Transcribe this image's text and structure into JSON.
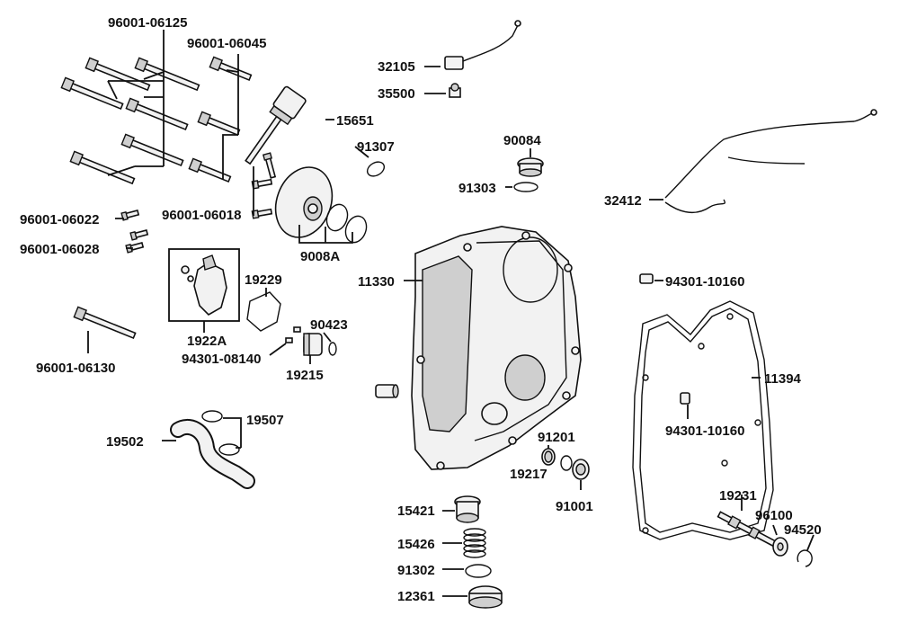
{
  "parts": [
    {
      "id": "p-96001-06125",
      "label": "96001-06125"
    },
    {
      "id": "p-96001-06045",
      "label": "96001-06045"
    },
    {
      "id": "p-15651",
      "label": "15651"
    },
    {
      "id": "p-91307",
      "label": "91307"
    },
    {
      "id": "p-32105",
      "label": "32105"
    },
    {
      "id": "p-35500",
      "label": "35500"
    },
    {
      "id": "p-90084",
      "label": "90084"
    },
    {
      "id": "p-91303",
      "label": "91303"
    },
    {
      "id": "p-32412",
      "label": "32412"
    },
    {
      "id": "p-96001-06022",
      "label": "96001-06022"
    },
    {
      "id": "p-96001-06018",
      "label": "96001-06018"
    },
    {
      "id": "p-96001-06028",
      "label": "96001-06028"
    },
    {
      "id": "p-9008A",
      "label": "9008A"
    },
    {
      "id": "p-11330",
      "label": "11330"
    },
    {
      "id": "p-19229",
      "label": "19229"
    },
    {
      "id": "p-94301-10160-top",
      "label": "94301-10160"
    },
    {
      "id": "p-90423",
      "label": "90423"
    },
    {
      "id": "p-1922A",
      "label": "1922A"
    },
    {
      "id": "p-94301-08140",
      "label": "94301-08140"
    },
    {
      "id": "p-19215",
      "label": "19215"
    },
    {
      "id": "p-96001-06130",
      "label": "96001-06130"
    },
    {
      "id": "p-11394",
      "label": "11394"
    },
    {
      "id": "p-94301-10160-mid",
      "label": "94301-10160"
    },
    {
      "id": "p-19507",
      "label": "19507"
    },
    {
      "id": "p-19502",
      "label": "19502"
    },
    {
      "id": "p-91201",
      "label": "91201"
    },
    {
      "id": "p-19217",
      "label": "19217"
    },
    {
      "id": "p-91001",
      "label": "91001"
    },
    {
      "id": "p-15421",
      "label": "15421"
    },
    {
      "id": "p-19231",
      "label": "19231"
    },
    {
      "id": "p-96100",
      "label": "96100"
    },
    {
      "id": "p-94520",
      "label": "94520"
    },
    {
      "id": "p-15426",
      "label": "15426"
    },
    {
      "id": "p-91302",
      "label": "91302"
    },
    {
      "id": "p-12361",
      "label": "12361"
    }
  ]
}
